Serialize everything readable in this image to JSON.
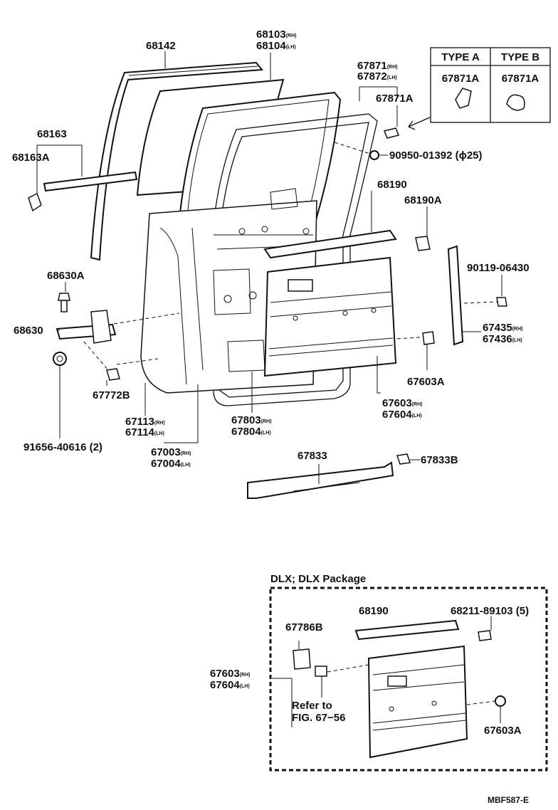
{
  "labels": {
    "p68142": "68142",
    "p68103": "68103",
    "p68104": "68104",
    "p68163": "68163",
    "p68163A": "68163A",
    "p67871": "67871",
    "p67872": "67872",
    "p67871A": "67871A",
    "p90950": "90950-01392 (ϕ25)",
    "p68190": "68190",
    "p68190A": "68190A",
    "p90119": "90119-06430",
    "p68630A": "68630A",
    "p68630": "68630",
    "p67435": "67435",
    "p67436": "67436",
    "p67603A": "67603A",
    "p67772B": "67772B",
    "p67603": "67603",
    "p67604": "67604",
    "p67113": "67113",
    "p67114": "67114",
    "p67803": "67803",
    "p67804": "67804",
    "p91656": "91656-40616 (2)",
    "p67003": "67003",
    "p67004": "67004",
    "p67833": "67833",
    "p67833B": "67833B",
    "dlx_68190": "68190",
    "dlx_68211": "68211-89103 (5)",
    "dlx_67786B": "67786B",
    "dlx_67603": "67603",
    "dlx_67604": "67604",
    "dlx_67603A": "67603A",
    "dlx_refer_1": "Refer to",
    "dlx_refer_2": "FIG. 67−56"
  },
  "side_marks": {
    "rh": "(RH)",
    "lh": "(LH)"
  },
  "type_table": {
    "type_a": "TYPE A",
    "type_b": "TYPE B",
    "part_a": "67871A",
    "part_b": "67871A"
  },
  "dlx_title": "DLX; DLX Package",
  "figure_code": "MBF587-E"
}
